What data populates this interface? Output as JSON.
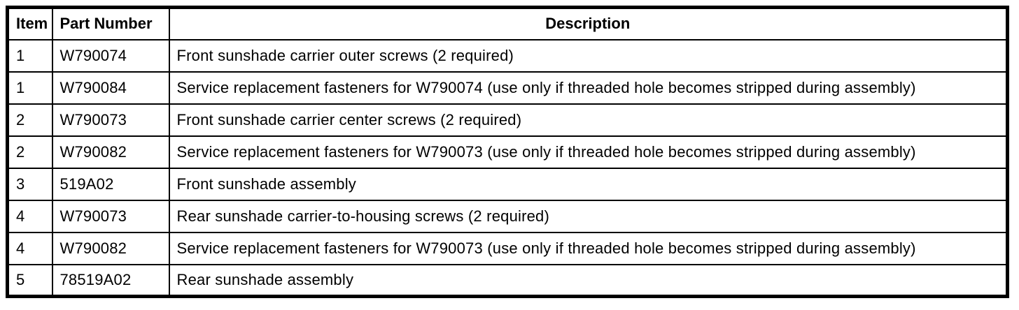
{
  "colors": {
    "border": "#000000",
    "background": "#ffffff",
    "text": "#000000"
  },
  "table": {
    "columns": [
      {
        "label": "Item"
      },
      {
        "label": "Part Number"
      },
      {
        "label": "Description"
      }
    ],
    "rows": [
      {
        "item": "1",
        "part_number": "W790074",
        "description": "Front sunshade carrier outer screws (2 required)"
      },
      {
        "item": "1",
        "part_number": "W790084",
        "description": "Service replacement fasteners for W790074 (use only if threaded hole becomes stripped during assembly)"
      },
      {
        "item": "2",
        "part_number": "W790073",
        "description": "Front sunshade carrier center screws (2 required)"
      },
      {
        "item": "2",
        "part_number": "W790082",
        "description": "Service replacement fasteners for W790073 (use only if threaded hole becomes stripped during assembly)"
      },
      {
        "item": "3",
        "part_number": "519A02",
        "description": "Front sunshade assembly"
      },
      {
        "item": "4",
        "part_number": "W790073",
        "description": "Rear sunshade carrier-to-housing screws (2 required)"
      },
      {
        "item": "4",
        "part_number": "W790082",
        "description": "Service replacement fasteners for W790073 (use only if threaded hole becomes stripped during assembly)"
      },
      {
        "item": "5",
        "part_number": "78519A02",
        "description": "Rear sunshade assembly"
      }
    ]
  }
}
